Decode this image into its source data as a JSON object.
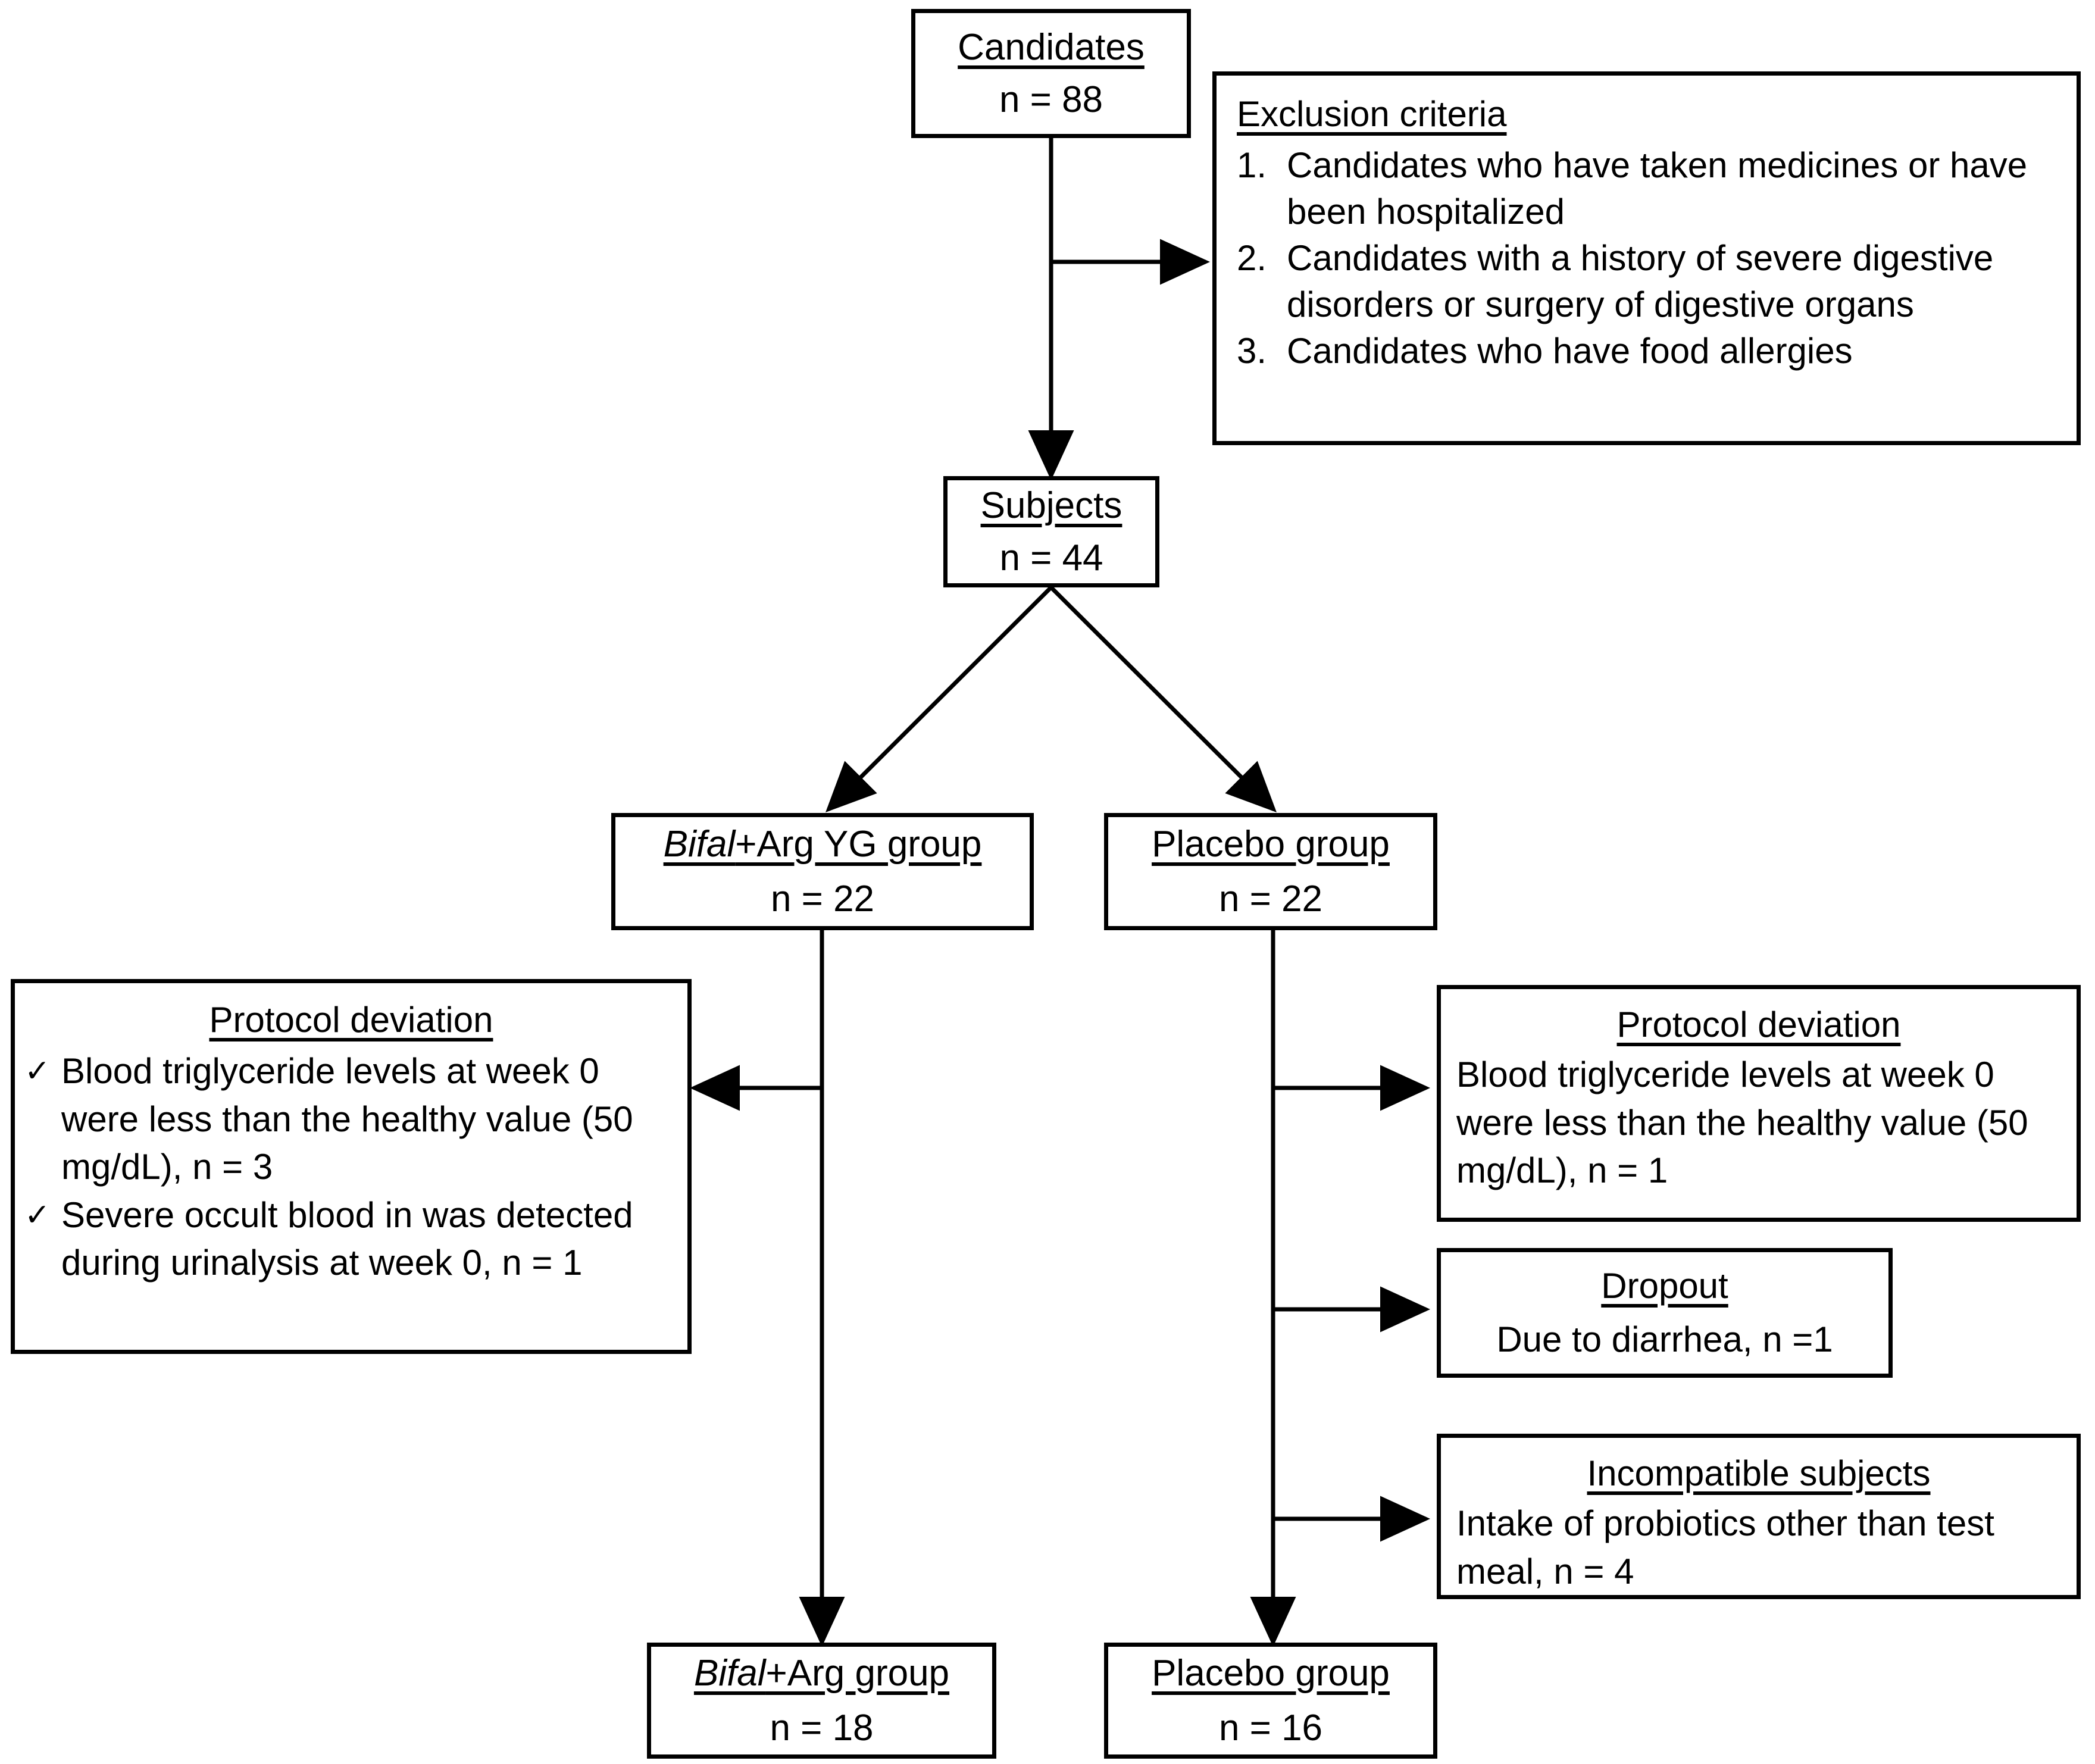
{
  "diagram": {
    "title": "CONSORT-style participant flow diagram",
    "stroke_color": "#000000",
    "background_color": "#ffffff"
  },
  "nodes": {
    "candidates": {
      "title": "Candidates",
      "count": "n = 88"
    },
    "exclusion": {
      "title": "Exclusion criteria",
      "items": [
        {
          "num": "1.",
          "text": "Candidates who have taken medicines or have been hospitalized"
        },
        {
          "num": "2.",
          "text": "Candidates with a history of severe digestive disorders or surgery of digestive organs"
        },
        {
          "num": "3.",
          "text": "Candidates who have food allergies"
        }
      ]
    },
    "subjects": {
      "title": "Subjects",
      "count": "n = 44"
    },
    "bifal_yg_group": {
      "title_italic": "Bifal",
      "title_rest": "+Arg YG group",
      "count": "n = 22"
    },
    "placebo_group_top": {
      "title": "Placebo group",
      "count": "n = 22"
    },
    "protocol_left": {
      "title": "Protocol deviation",
      "items": [
        {
          "check": "✓",
          "text": "Blood triglyceride levels at week 0 were less than the healthy value (50 mg/dL), n = 3"
        },
        {
          "check": "✓",
          "text": "Severe occult blood in was detected during urinalysis at week 0, n = 1"
        }
      ]
    },
    "protocol_right": {
      "title": "Protocol deviation",
      "body": "Blood triglyceride levels at week 0 were less than the healthy value (50 mg/dL), n = 1"
    },
    "dropout": {
      "title": "Dropout",
      "body": "Due to diarrhea, n =1"
    },
    "incompatible": {
      "title": " Incompatible subjects",
      "body": "Intake of probiotics other than test meal, n = 4"
    },
    "bifal_group_final": {
      "title_italic": "Bifal",
      "title_rest": "+Arg group",
      "count": "n = 18"
    },
    "placebo_group_final": {
      "title": "Placebo group ",
      "count": "n = 16"
    }
  }
}
